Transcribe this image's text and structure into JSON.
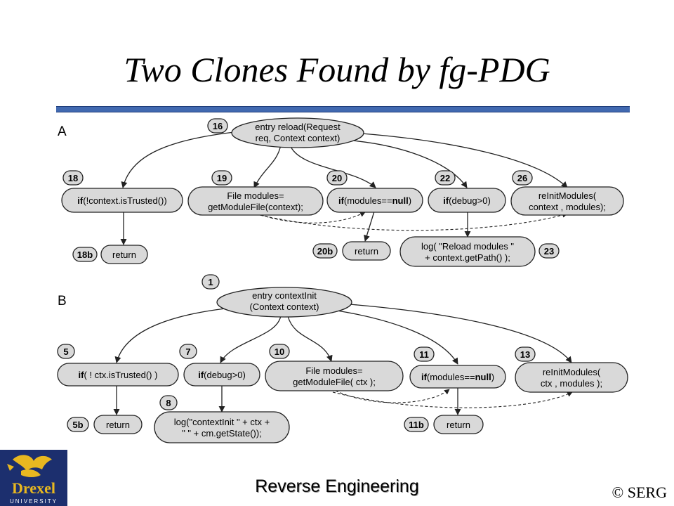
{
  "slide": {
    "title": "Two Clones Found by fg-PDG",
    "footer": "Reverse Engineering",
    "copyright": "© SERG",
    "logo_text": "Drexel",
    "logo_subtext": "UNIVERSITY",
    "accent_color": "#4169b0",
    "logo_bg": "#1c2f6e",
    "logo_gold": "#e8b820"
  },
  "diagram": {
    "a": {
      "label": "A",
      "nodes": {
        "n16": {
          "id": "16",
          "line1": "entry reload(Request",
          "line2": "req, Context context)"
        },
        "n18": {
          "id": "18",
          "kw": "if",
          "rest": "(!context.isTrusted())"
        },
        "n19": {
          "id": "19",
          "line1": "File modules=",
          "line2": "getModuleFile(context);"
        },
        "n20": {
          "id": "20",
          "kw": "if",
          "mid": "(modules==",
          "kw2": "null",
          "rest": ")"
        },
        "n22": {
          "id": "22",
          "kw": "if",
          "rest": "(debug>0)"
        },
        "n26": {
          "id": "26",
          "line1": "reInitModules(",
          "line2": "context , modules);"
        },
        "n18b": {
          "id": "18b",
          "label": "return"
        },
        "n20b": {
          "id": "20b",
          "label": "return"
        },
        "n23": {
          "id": "23",
          "line1": "log( \"Reload modules \"",
          "line2": "+ context.getPath() );"
        }
      }
    },
    "b": {
      "label": "B",
      "nodes": {
        "n1": {
          "id": "1",
          "line1": "entry contextInit",
          "line2": "(Context context)"
        },
        "n5": {
          "id": "5",
          "kw": "if",
          "rest": "( ! ctx.isTrusted() )"
        },
        "n7": {
          "id": "7",
          "kw": "if",
          "rest": "(debug>0)"
        },
        "n10": {
          "id": "10",
          "line1": "File modules=",
          "line2": "getModuleFile( ctx );"
        },
        "n11": {
          "id": "11",
          "kw": "if",
          "mid": "(modules==",
          "kw2": "null",
          "rest": ")"
        },
        "n13": {
          "id": "13",
          "line1": "reInitModules(",
          "line2": "ctx , modules );"
        },
        "n5b": {
          "id": "5b",
          "label": "return"
        },
        "n8": {
          "id": "8",
          "line1": "log(\"contextInit \" + ctx +",
          "line2": "\" \" + cm.getState());"
        },
        "n11b": {
          "id": "11b",
          "label": "return"
        }
      }
    }
  }
}
